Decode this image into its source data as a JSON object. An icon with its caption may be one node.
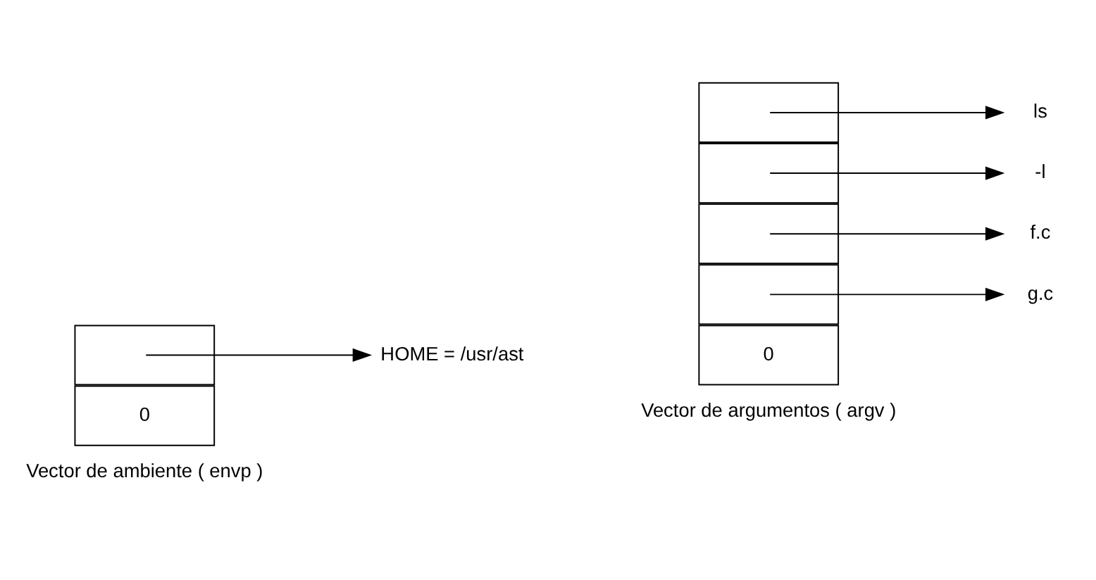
{
  "diagram": {
    "nodes": [
      {
        "text": [
          "0"
        ]
      },
      {
        "text": [],
        "shape": "box"
      },
      {
        "text": [
          "HOME = /usr/ast"
        ]
      },
      {
        "text": [
          "0"
        ]
      },
      {
        "text": [],
        "shape": "box"
      },
      {
        "text": [],
        "shape": "box"
      },
      {
        "text": [],
        "shape": "box"
      },
      {
        "text": [],
        "shape": "box"
      },
      {
        "text": [
          "g.c"
        ]
      },
      {
        "text": [
          "f.c"
        ]
      },
      {
        "text": [
          "-l"
        ]
      },
      {
        "text": [
          "ls"
        ]
      }
    ],
    "edges": [
      {
        "from": 1,
        "to": 2,
        "arrow": "to"
      },
      {
        "from": 4,
        "to": 8,
        "arrow": "to"
      },
      {
        "from": 5,
        "to": 9,
        "arrow": "to"
      },
      {
        "from": 6,
        "to": 10,
        "arrow": "to"
      },
      {
        "from": 7,
        "to": 11,
        "arrow": "to"
      }
    ],
    "labels": [
      "Vector de ambiente ( envp )",
      "Vector de argumentos ( argv )"
    ]
  }
}
